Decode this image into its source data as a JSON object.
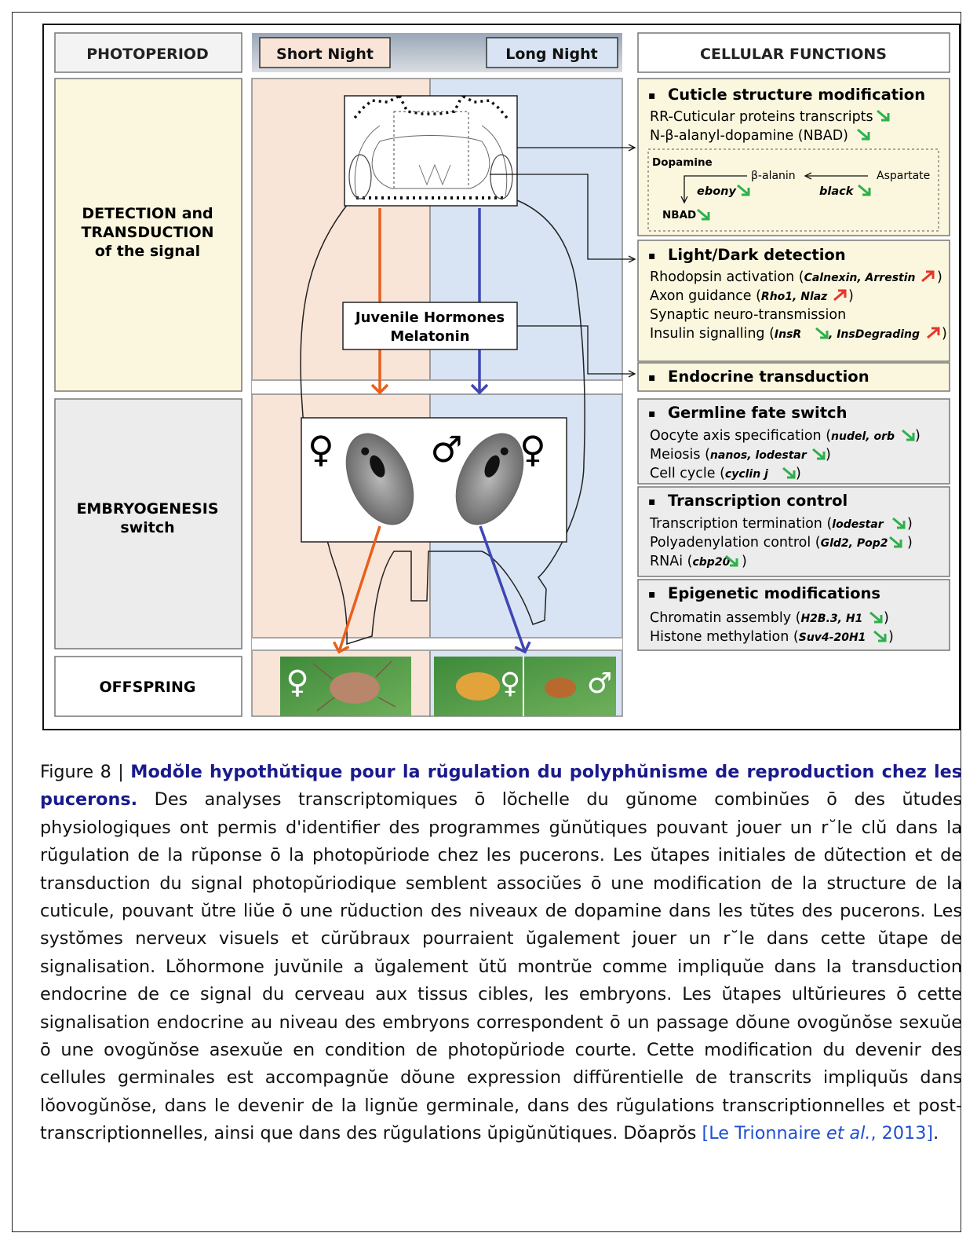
{
  "figure": {
    "header": {
      "photoperiod": "PHOTOPERIOD",
      "short_night": "Short Night",
      "long_night": "Long Night",
      "cellular_functions": "CELLULAR FUNCTIONS"
    },
    "rows": {
      "detection": [
        "DETECTION and",
        "TRANSDUCTION",
        "of the signal"
      ],
      "embryogenesis": [
        "EMBRYOGENESIS",
        "switch"
      ],
      "offspring": "OFFSPRING"
    },
    "hormones": [
      "Juvenile Hormones",
      "Melatonin"
    ],
    "symbols": {
      "female": "♀",
      "male": "♂",
      "bullet": "▪"
    },
    "colors": {
      "short_night_bg": "#f8e5d8",
      "long_night_bg": "#d8e4f3",
      "detection_bg": "#fbf7de",
      "embryo_bg": "#ececec",
      "orange_arrow": "#e8601c",
      "blue_arrow": "#3e46b4",
      "decrease_arrow": "#2db04b",
      "increase_arrow": "#e4362a"
    },
    "cuticle": {
      "title": "Cuticle structure modification",
      "line1": "RR-Cuticular proteins transcripts",
      "line2": "N-β-alanyl-dopamine (NBAD)",
      "pathway": {
        "dopamine": "Dopamine",
        "beta_alanin": "β-alanin",
        "aspartate": "Aspartate",
        "ebony": "ebony",
        "black": "black",
        "nbad": "NBAD"
      }
    },
    "light_dark": {
      "title": "Light/Dark detection",
      "rhodopsin": "Rhodopsin activation",
      "rhodopsin_genes": "Calnexin, Arrestin",
      "axon": "Axon guidance",
      "axon_genes": "Rho1, Nlaz",
      "synaptic": "Synaptic neuro-transmission",
      "insulin": "Insulin signalling",
      "insulin_gene1": "InsR",
      "insulin_gene2": ", InsDegrading"
    },
    "endocrine": {
      "title": "Endocrine transduction"
    },
    "germline": {
      "title": "Germline fate switch",
      "oocyte": "Oocyte axis specification",
      "oocyte_genes": "nudel, orb",
      "meiosis": "Meiosis",
      "meiosis_genes": "nanos, lodestar",
      "cellcycle": "Cell cycle",
      "cellcycle_genes": "cyclin j"
    },
    "transcription": {
      "title": "Transcription control",
      "termination": "Transcription termination",
      "termination_genes": "lodestar",
      "polyadenylation": "Polyadenylation control",
      "polyadenylation_genes": "Gld2, Pop2",
      "rnai": "RNAi",
      "rnai_genes": "cbp20"
    },
    "epigenetic": {
      "title": "Epigenetic modifications",
      "chromatin": "Chromatin assembly",
      "chromatin_genes": "H2B.3, H1",
      "histone": "Histone methylation",
      "histone_genes": "Suv4-20H1"
    }
  },
  "caption": {
    "label": "Figure 8 |",
    "title": "Modŏle hypothŭtique pour la rŭgulation du polyphŭnisme de reproduction chez les pucerons.",
    "body": " Des analyses transcriptomiques ō lŏchelle du gŭnome combinŭes ō des ŭtudes physiologiques ont permis d'identifier des programmes gŭnŭtiques pouvant jouer un r˘le clŭ dans la rŭgulation de la rŭponse ō la photopŭriode chez les pucerons. Les ŭtapes initiales de dŭtection et de transduction du signal photopŭriodique semblent associŭes ō une modification de la structure de la cuticule, pouvant ŭtre liŭe ō une rŭduction des niveaux de dopamine dans les tŭtes des pucerons. Les systŏmes nerveux visuels et cŭrŭbraux pourraient ŭgalement jouer un r˘le dans cette ŭtape de signalisation. Lŏhormone juvŭnile a ŭgalement ŭtŭ montrŭe comme impliquŭe dans la transduction endocrine de ce signal du cerveau aux tissus cibles, les embryons. Les ŭtapes ultŭrieures ō cette signalisation endocrine au niveau des embryons correspondent ō un passage dŏune ovogŭnŏse sexuŭe ō une ovogŭnŏse asexuŭe en condition de photopŭriode courte. Cette modification du devenir des cellules germinales est accompagnŭe dŏune expression diffŭrentielle de transcrits impliquŭs dans lŏovogŭnŏse, dans le devenir de la lignŭe germinale, dans des rŭgulations transcriptionnelles et post-transcriptionnelles, ainsi que dans des rŭgulations ŭpigŭnŭtiques. Dŏaprŏs ",
    "cite_pre": "[Le Trionnaire ",
    "cite_italic": "et al.",
    "cite_post": ", 2013]",
    "end": "."
  }
}
